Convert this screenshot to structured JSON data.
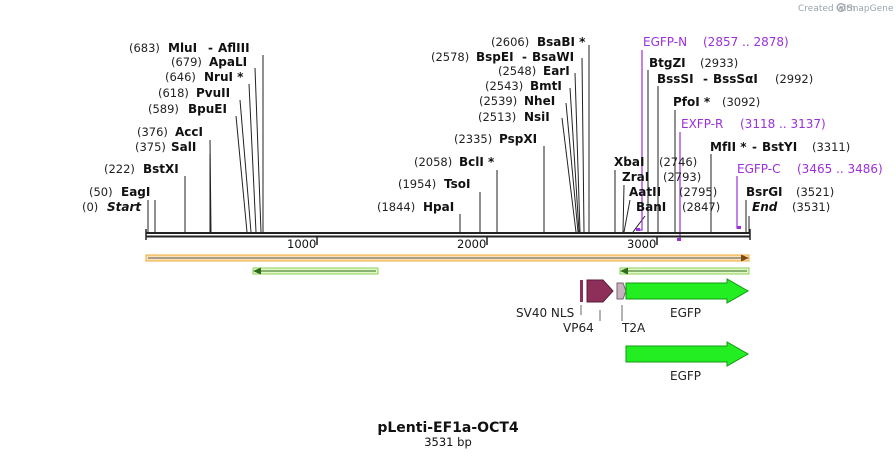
{
  "header": {
    "created_by": "Created with",
    "brand": "SnapGene"
  },
  "title": "pLenti-EF1a-OCT4",
  "length_label": "3531 bp",
  "sequence_length": 3531,
  "colors": {
    "primer": "#9b30d9",
    "egfp": "#22ee22",
    "vp64": "#8e2f5a",
    "nls": "#8e2f5a",
    "t2a": "#b09aa8",
    "backbone": "#222222",
    "orf_orange": "#f0a830",
    "orf_green": "#4a9a2a"
  },
  "ruler_ticks": [
    {
      "bp": 1000,
      "label": "1000"
    },
    {
      "bp": 2000,
      "label": "2000"
    },
    {
      "bp": 3000,
      "label": "3000"
    }
  ],
  "sites": [
    {
      "pos_label": "(0)",
      "name": "Start",
      "special": true
    },
    {
      "pos_label": "(50)",
      "name": "EagI"
    },
    {
      "pos_label": "(222)",
      "name": "BstXI"
    },
    {
      "pos_label": "(375)",
      "name": "SalI"
    },
    {
      "pos_label": "(376)",
      "name": "AccI"
    },
    {
      "pos_label": "(589)",
      "name": "BpuEI"
    },
    {
      "pos_label": "(618)",
      "name": "PvuII"
    },
    {
      "pos_label": "(646)",
      "name": "NruI *"
    },
    {
      "pos_label": "(679)",
      "name": "ApaLI"
    },
    {
      "pos_label": "(683)",
      "name": "MluI",
      "sep": "-",
      "name2": "AflIII"
    },
    {
      "pos_label": "(1844)",
      "name": "HpaI"
    },
    {
      "pos_label": "(1954)",
      "name": "TsoI"
    },
    {
      "pos_label": "(2058)",
      "name": "BclI *"
    },
    {
      "pos_label": "(2335)",
      "name": "PspXI"
    },
    {
      "pos_label": "(2513)",
      "name": "NsiI"
    },
    {
      "pos_label": "(2539)",
      "name": "NheI"
    },
    {
      "pos_label": "(2543)",
      "name": "BmtI"
    },
    {
      "pos_label": "(2548)",
      "name": "EarI"
    },
    {
      "pos_label": "(2578)",
      "name": "BspEI",
      "sep": "-",
      "name2": "BsaWI"
    },
    {
      "pos_label": "(2606)",
      "name": "BsaBI *"
    },
    {
      "name": "XbaI",
      "pos_label": "(2746)"
    },
    {
      "name": "ZraI",
      "pos_label": "(2793)"
    },
    {
      "name": "AatII",
      "pos_label": "(2795)"
    },
    {
      "name": "BanI",
      "pos_label": "(2847)"
    },
    {
      "name": "BtgZI",
      "pos_label": "(2933)"
    },
    {
      "name": "BssSI",
      "sep": "-",
      "name2": "BssSαI",
      "pos_label": "(2992)"
    },
    {
      "name": "PfoI *",
      "pos_label": "(3092)"
    },
    {
      "name": "MfII *",
      "sep": "-",
      "name2": "BstYI",
      "pos_label": "(3311)"
    },
    {
      "name": "BsrGI",
      "pos_label": "(3521)"
    },
    {
      "name": "End",
      "special": true,
      "pos_label": "(3531)"
    }
  ],
  "primers": [
    {
      "name": "EGFP-N",
      "range": "(2857 .. 2878)"
    },
    {
      "name": "EXFP-R",
      "range": "(3118 .. 3137)"
    },
    {
      "name": "EGFP-C",
      "range": "(3465 .. 3486)"
    }
  ],
  "features": [
    {
      "name": "SV40 NLS",
      "type": "nls"
    },
    {
      "name": "VP64",
      "type": "vp64"
    },
    {
      "name": "T2A",
      "type": "t2a"
    },
    {
      "name": "EGFP",
      "type": "egfp"
    },
    {
      "name": "EGFP",
      "type": "egfp"
    }
  ]
}
